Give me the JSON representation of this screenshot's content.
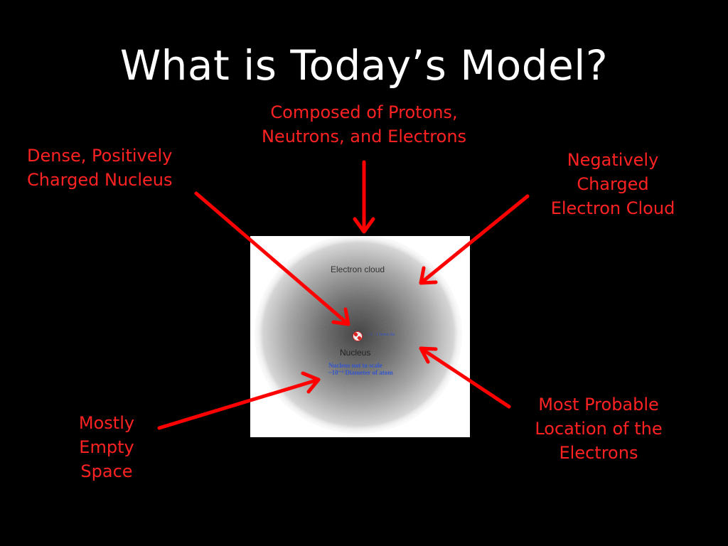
{
  "slide": {
    "title": "What is Today’s Model?",
    "background_color": "#000000",
    "title_color": "#ffffff",
    "label_color": "#ff2222",
    "arrow_color": "#ff0000"
  },
  "labels": {
    "composition": [
      "Composed of Protons,",
      "Neutrons, and Electrons"
    ],
    "nucleus": [
      "Dense, Positively",
      "Charged Nucleus"
    ],
    "cloud": [
      "Negatively",
      "Charged",
      "Electron Cloud"
    ],
    "empty": [
      "Mostly",
      "Empty",
      "Space"
    ],
    "probable": [
      "Most Probable",
      "Location of the",
      "Electrons"
    ]
  },
  "figure": {
    "electron_cloud_label": "Electron cloud",
    "nucleus_label": "Nucleus",
    "not_to_scale_note": [
      "Nucleus not to scale",
      "~10⁻⁴ Diameter of atom"
    ],
    "nucleus_size_note": "~1 - 1 fermi-fm"
  }
}
